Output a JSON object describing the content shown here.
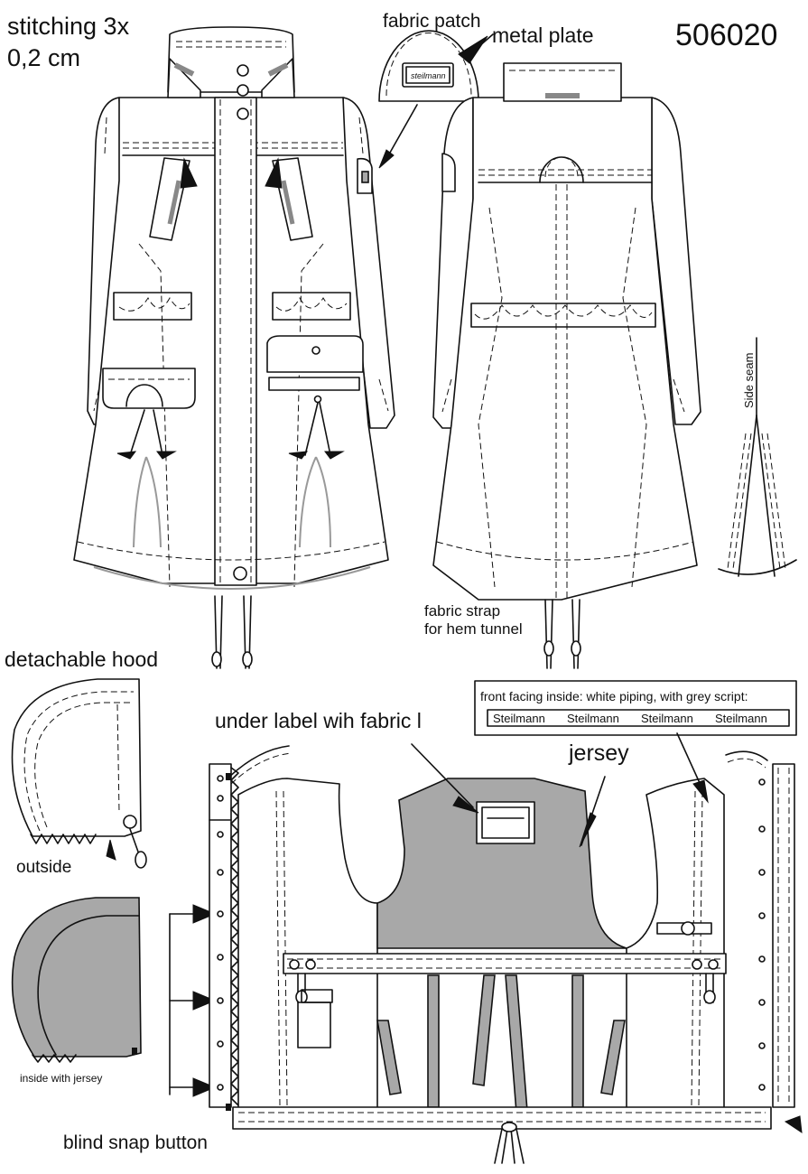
{
  "labels": {
    "stitching": "stitching 3x",
    "stitching_width": "0,2 cm",
    "style_number": "506020",
    "fabric_patch": "fabric patch",
    "metal_plate": "metal plate",
    "plate_brand": "steilmann",
    "side_seam": "Side seam",
    "fabric_strap_1": "fabric strap",
    "fabric_strap_2": "for hem tunnel",
    "detachable_hood": "detachable hood",
    "outside": "outside",
    "inside_with_jersey": "inside with jersey",
    "blind_snap_button": "blind snap button",
    "under_label": "under label wih fabric l",
    "jersey": "jersey",
    "facing_note": "front facing inside: white piping, with grey script:",
    "piping_script": [
      "Steilmann",
      "Steilmann",
      "Steilmann",
      "Steilmann"
    ]
  },
  "colors": {
    "line": "#111111",
    "jersey_fill": "#a8a8a8",
    "drawcord_grey": "#999999"
  }
}
